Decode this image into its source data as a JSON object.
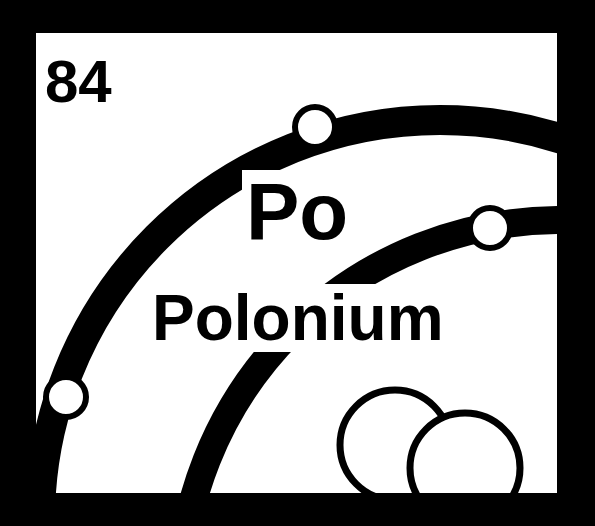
{
  "diagram": {
    "nodes": [
      {
        "text": [
          "84",
          "Po",
          "Polonium"
        ]
      }
    ]
  }
}
